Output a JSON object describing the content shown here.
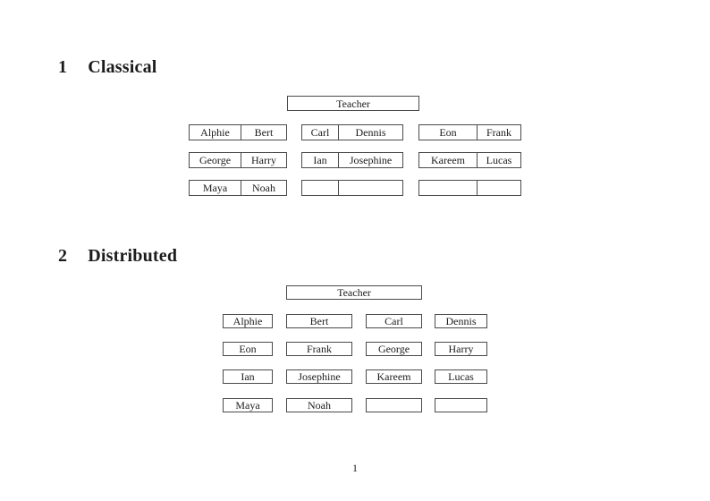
{
  "page": {
    "number": "1",
    "background_color": "#ffffff",
    "border_color": "#4a4a4a",
    "text_color": "#1b1b1b"
  },
  "sections": [
    {
      "number": "1",
      "title": "Classical"
    },
    {
      "number": "2",
      "title": "Distributed"
    }
  ],
  "classical": {
    "teacher_label": "Teacher",
    "desks": [
      {
        "left": "Alphie",
        "right": "Bert"
      },
      {
        "left": "Carl",
        "right": "Dennis"
      },
      {
        "left": "Eon",
        "right": "Frank"
      },
      {
        "left": "George",
        "right": "Harry"
      },
      {
        "left": "Ian",
        "right": "Josephine"
      },
      {
        "left": "Kareem",
        "right": "Lucas"
      },
      {
        "left": "Maya",
        "right": "Noah"
      },
      {
        "left": "",
        "right": ""
      },
      {
        "left": "",
        "right": ""
      }
    ]
  },
  "distributed": {
    "teacher_label": "Teacher",
    "seats": [
      [
        "Alphie",
        "Bert",
        "Carl",
        "Dennis"
      ],
      [
        "Eon",
        "Frank",
        "George",
        "Harry"
      ],
      [
        "Ian",
        "Josephine",
        "Kareem",
        "Lucas"
      ],
      [
        "Maya",
        "Noah",
        "",
        ""
      ]
    ]
  }
}
